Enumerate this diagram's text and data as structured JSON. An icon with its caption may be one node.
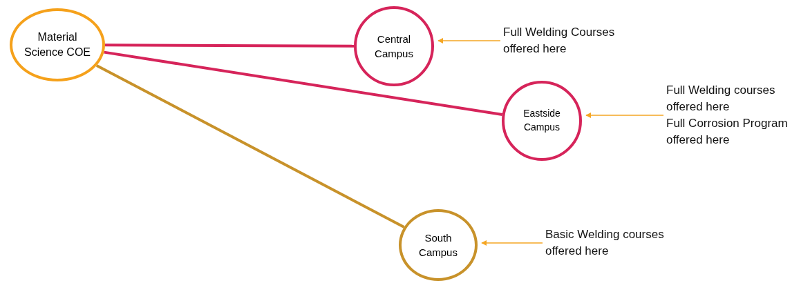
{
  "diagram": {
    "nodes": [
      {
        "text": [
          "Material Science COE"
        ]
      },
      {
        "text": [
          "Central Campus"
        ]
      },
      {
        "text": [
          "Eastside Campus"
        ]
      },
      {
        "text": [
          "South Campus"
        ]
      },
      {
        "text": [
          "Full Welding Courses offered here"
        ]
      },
      {
        "text": [
          "Full Welding courses offered here",
          "Full Corrosion Program offered here"
        ]
      },
      {
        "text": [
          "Basic Welding courses offered here"
        ]
      }
    ],
    "edges": [
      {
        "from": 0,
        "to": 1,
        "arrow": "none",
        "style": "thick",
        "color": "#d6245a"
      },
      {
        "from": 0,
        "to": 2,
        "arrow": "none",
        "style": "thick",
        "color": "#d6245a"
      },
      {
        "from": 0,
        "to": 3,
        "arrow": "none",
        "style": "thick",
        "color": "#c8922a"
      },
      {
        "from": 4,
        "to": 1,
        "arrow": "to",
        "color": "#f5a623"
      },
      {
        "from": 5,
        "to": 2,
        "arrow": "to",
        "color": "#f5a623"
      },
      {
        "from": 6,
        "to": 3,
        "arrow": "to",
        "color": "#f5a623"
      }
    ]
  }
}
